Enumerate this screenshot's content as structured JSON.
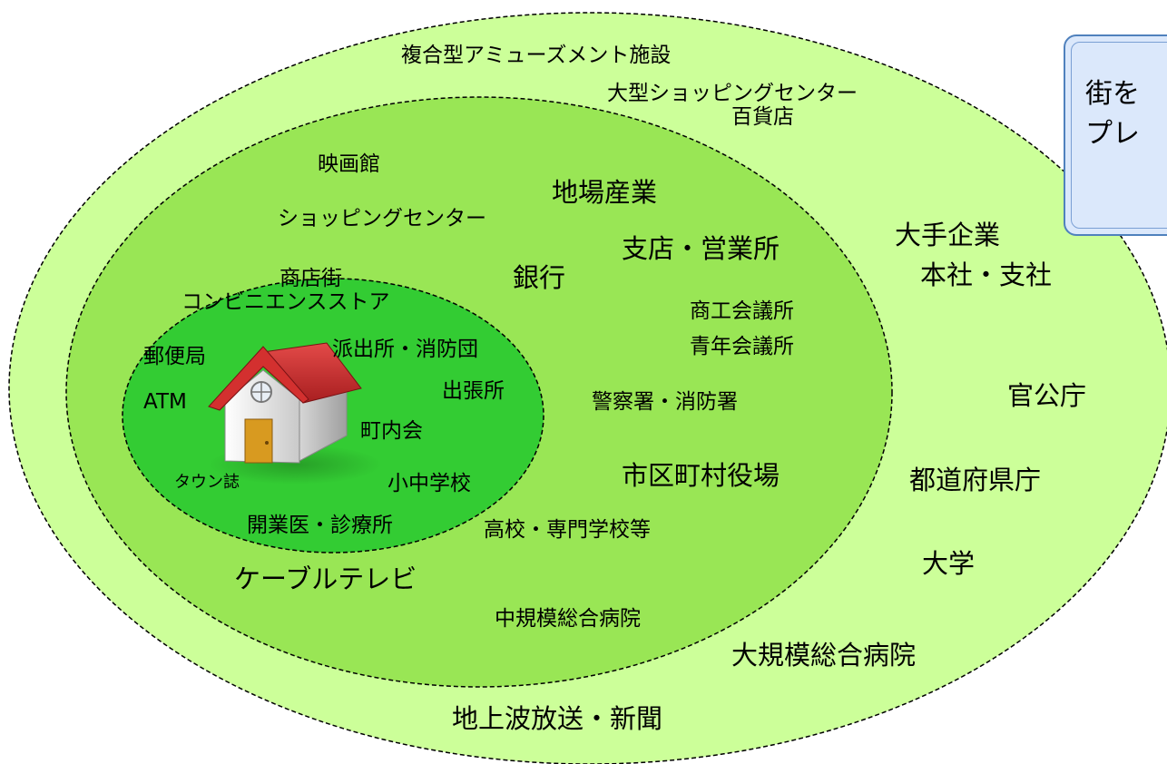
{
  "callout": {
    "line1": "街を",
    "line2": "プレ"
  },
  "outer_ring": {
    "amusement": "複合型アミューズメント施設",
    "large_shopping_center": "大型ショッピングセンター",
    "department_store": "百貨店",
    "major_company": "大手企業",
    "head_office": "本社・支社",
    "government_offices": "官公庁",
    "prefectural_office": "都道府県庁",
    "university": "大学",
    "large_hospital": "大規模総合病院",
    "broadcast_newspaper": "地上波放送・新聞"
  },
  "middle_ring": {
    "cinema": "映画館",
    "shopping_center": "ショッピングセンター",
    "local_industry": "地場産業",
    "branch_office": "支店・営業所",
    "bank": "銀行",
    "chamber_of_commerce": "商工会議所",
    "junior_chamber": "青年会議所",
    "police_fire": "警察署・消防署",
    "city_hall": "市区町村役場",
    "high_school": "高校・専門学校等",
    "cable_tv": "ケーブルテレビ",
    "mid_hospital": "中規模総合病院"
  },
  "inner_ring": {
    "shopping_street": "商店街",
    "convenience_store": "コンビニエンスストア",
    "post_office": "郵便局",
    "atm": "ATM",
    "police_box": "派出所・消防団",
    "branch_desk": "出張所",
    "neighborhood_assoc": "町内会",
    "town_magazine": "タウン誌",
    "schools": "小中学校",
    "clinic": "開業医・診療所"
  },
  "icons": {
    "house": "house-icon"
  },
  "colors": {
    "outer": "#ccff99",
    "middle": "#99e655",
    "inner": "#33cc33",
    "callout_bg": "#dbe8fb",
    "callout_border": "#4f81bd",
    "roof": "#c0282a",
    "wall": "#f0f0f0",
    "door": "#d89a20"
  }
}
